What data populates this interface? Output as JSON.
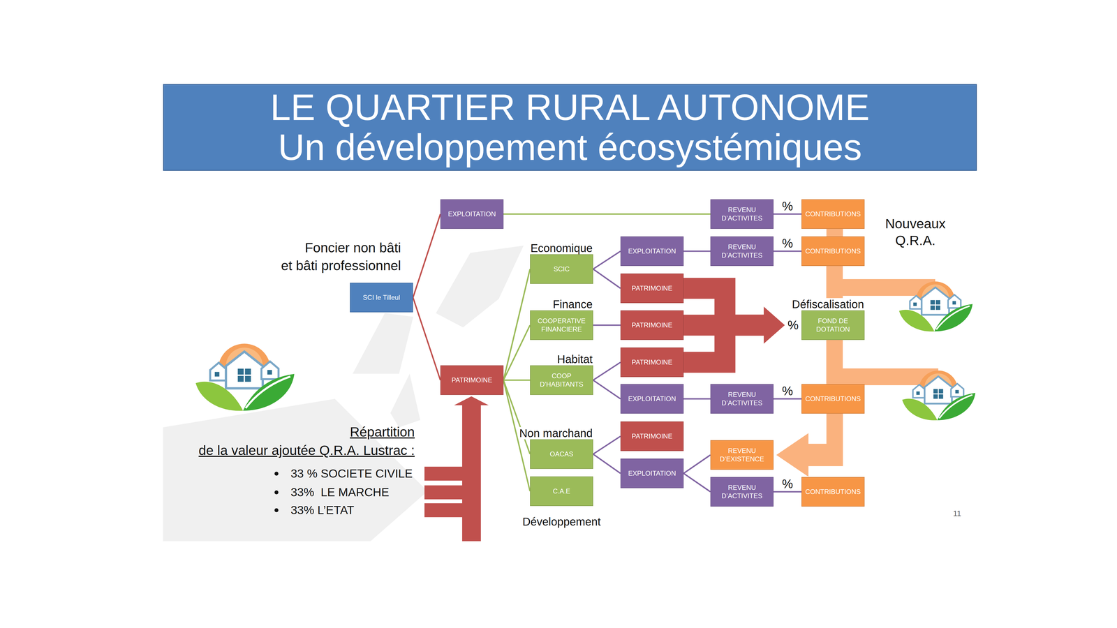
{
  "diagram": {
    "title": "LE QUARTIER RURAL AUTONOME Un développement écosystémiques",
    "nodes": [
      {
        "text": [
          "EXPLOITATION"
        ]
      },
      {
        "text": [
          "REVENU D’ACTIVITES"
        ]
      },
      {
        "text": [
          "CONTRIBUTIONS"
        ]
      },
      {
        "text": [
          "SCI le Tilleul"
        ]
      },
      {
        "text": [
          "Economique",
          "SCIC"
        ]
      },
      {
        "text": [
          "EXPLOITATION"
        ]
      },
      {
        "text": [
          "REVENU D’ACTIVITES"
        ]
      },
      {
        "text": [
          "CONTRIBUTIONS"
        ]
      },
      {
        "text": [
          "PATRIMOINE"
        ]
      },
      {
        "text": [
          "Finance",
          "COOPERATIVE FINANCIERE"
        ]
      },
      {
        "text": [
          "PATRIMOINE"
        ]
      },
      {
        "text": [
          "Défiscalisation",
          "FOND DE DOTATION"
        ]
      },
      {
        "text": [
          "PATRIMOINE"
        ]
      },
      {
        "text": [
          "Habitat",
          "COOP D’HABITANTS"
        ]
      },
      {
        "text": [
          "PATRIMOINE"
        ]
      },
      {
        "text": [
          "EXPLOITATION"
        ]
      },
      {
        "text": [
          "REVENU D’ACTIVITES"
        ]
      },
      {
        "text": [
          "CONTRIBUTIONS"
        ]
      },
      {
        "text": [
          "Non marchand",
          "OACAS"
        ]
      },
      {
        "text": [
          "PATRIMOINE"
        ]
      },
      {
        "text": [
          "REVENU D’EXISTENCE"
        ]
      },
      {
        "text": [
          "EXPLOITATION"
        ]
      },
      {
        "text": [
          "REVENU D’ACTIVITES"
        ]
      },
      {
        "text": [
          "CONTRIBUTIONS"
        ]
      },
      {
        "text": [
          "C.A.E",
          "Développement"
        ]
      }
    ],
    "edges": [
      {
        "from": 3,
        "to": 0,
        "arrow": "none"
      },
      {
        "from": 3,
        "to": 12,
        "arrow": "none"
      },
      {
        "from": 0,
        "to": 1,
        "arrow": "none"
      },
      {
        "from": 1,
        "to": 2,
        "label": "%",
        "arrow": "none"
      },
      {
        "from": 12,
        "to": 4,
        "arrow": "none"
      },
      {
        "from": 12,
        "to": 9,
        "arrow": "none"
      },
      {
        "from": 12,
        "to": 13,
        "arrow": "none"
      },
      {
        "from": 12,
        "to": 18,
        "arrow": "none"
      },
      {
        "from": 12,
        "to": 24,
        "arrow": "none"
      },
      {
        "from": 4,
        "to": 5,
        "arrow": "none"
      },
      {
        "from": 4,
        "to": 8,
        "arrow": "none"
      },
      {
        "from": 9,
        "to": 10,
        "arrow": "none"
      },
      {
        "from": 13,
        "to": 14,
        "arrow": "none"
      },
      {
        "from": 13,
        "to": 15,
        "arrow": "none"
      },
      {
        "from": 18,
        "to": 19,
        "arrow": "none"
      },
      {
        "from": 18,
        "to": 21,
        "arrow": "none"
      },
      {
        "from": 5,
        "to": 6,
        "arrow": "none"
      },
      {
        "from": 6,
        "to": 7,
        "label": "%",
        "arrow": "none"
      },
      {
        "from": 15,
        "to": 16,
        "arrow": "none"
      },
      {
        "from": 16,
        "to": 17,
        "label": "%",
        "arrow": "none"
      },
      {
        "from": 21,
        "to": 20,
        "arrow": "none"
      },
      {
        "from": 21,
        "to": 22,
        "arrow": "none"
      },
      {
        "from": 22,
        "to": 23,
        "label": "%",
        "arrow": "none"
      },
      {
        "from": 8,
        "to": 11,
        "arrow": "to"
      },
      {
        "from": 10,
        "to": 11,
        "label": "%",
        "arrow": "to"
      },
      {
        "from": 14,
        "to": 11,
        "arrow": "to"
      },
      {
        "from": 2,
        "to": 7,
        "arrow": "none"
      },
      {
        "from": 17,
        "to": 20,
        "arrow": "to"
      }
    ],
    "labels": [
      "Foncier non bâti",
      "et bâti professionnel",
      "Nouveaux Q.R.A.",
      "Répartition",
      "de la valeur ajoutée Q.R.A. Lustrac :",
      "33 % SOCIETE CIVILE",
      "33%  LE MARCHE",
      "33% L’ETAT",
      "11"
    ]
  }
}
